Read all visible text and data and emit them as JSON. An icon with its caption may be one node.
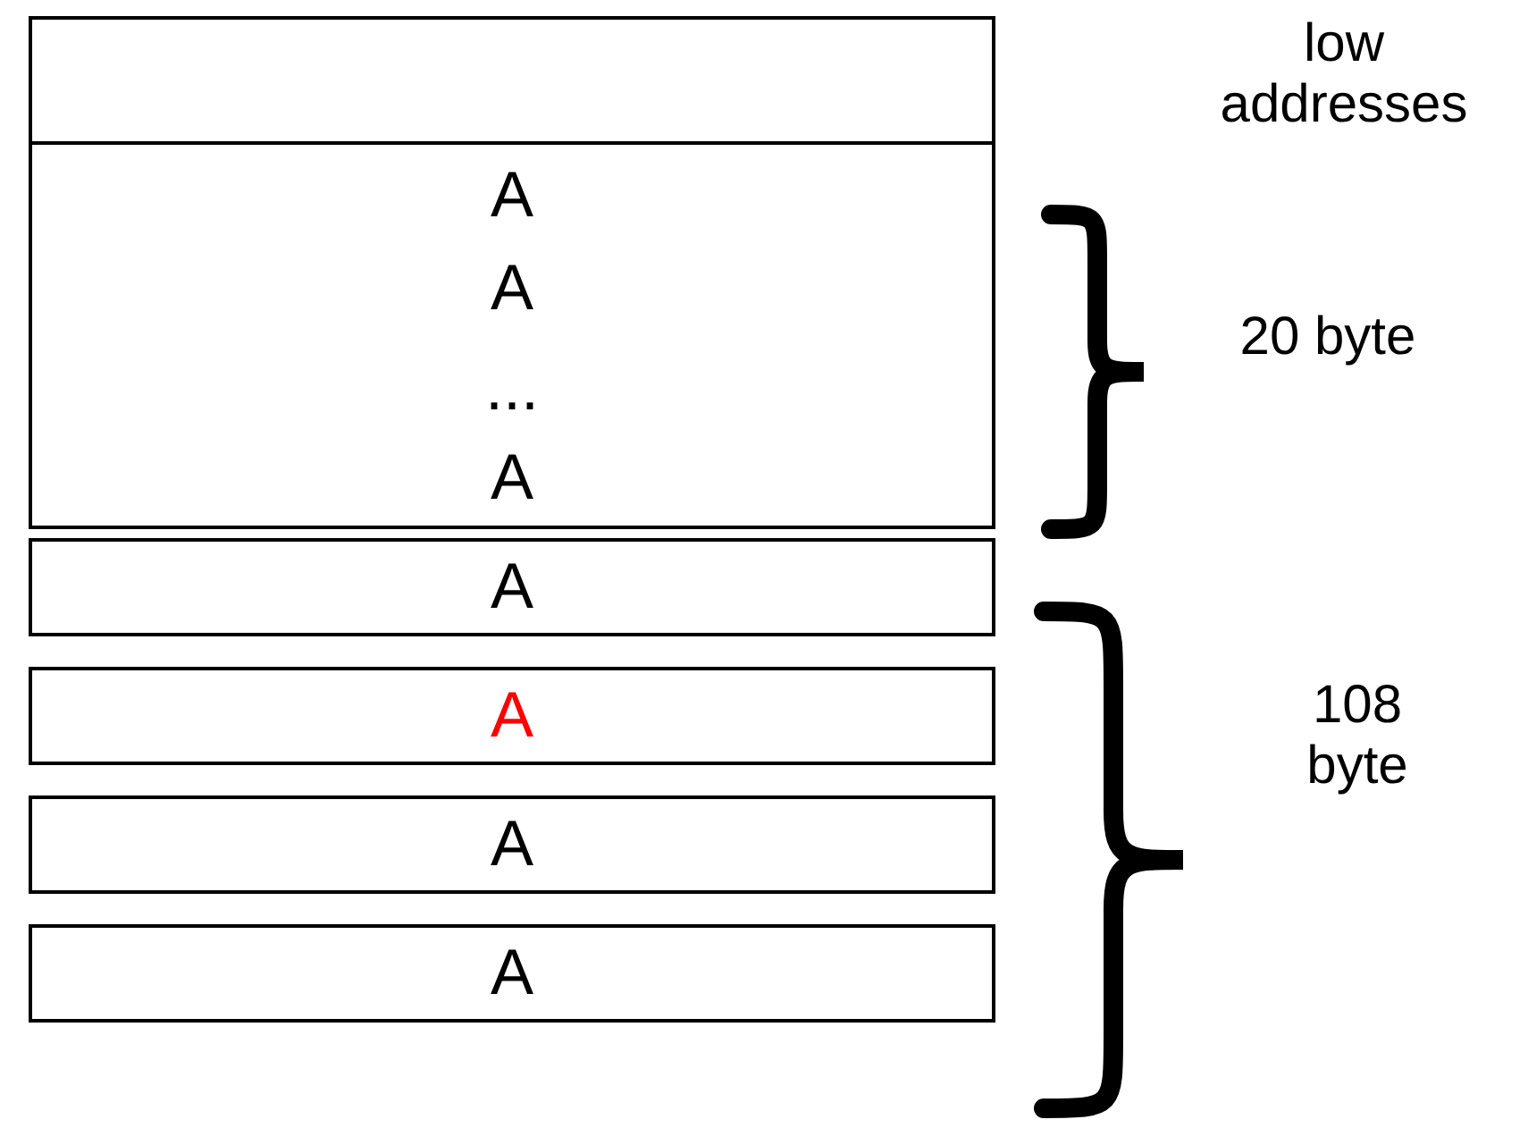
{
  "diagram": {
    "nodes": [
      {
        "text": [],
        "shape": "box"
      },
      {
        "text": [
          "A",
          "A",
          "...",
          "A"
        ]
      },
      {
        "text": [
          "A"
        ]
      },
      {
        "text": [
          "A"
        ]
      },
      {
        "text": [
          "A"
        ]
      },
      {
        "text": [
          "A"
        ]
      }
    ],
    "labels": [
      "low addresses",
      "20 byte",
      "108 byte"
    ]
  }
}
